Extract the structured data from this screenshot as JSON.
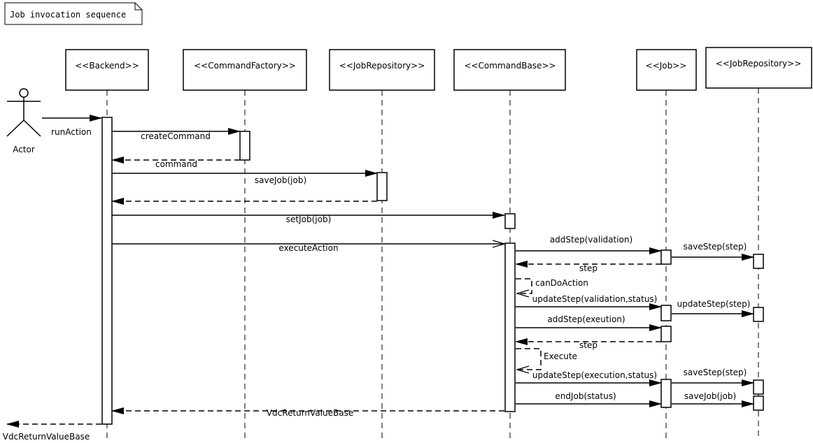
{
  "note": {
    "title": "Job invocation sequence"
  },
  "actor": {
    "label": "Actor"
  },
  "participants": [
    {
      "id": "backend",
      "label": "<<Backend>>"
    },
    {
      "id": "commandFactory",
      "label": "<<CommandFactory>>"
    },
    {
      "id": "jobRepository",
      "label": "<<JobRepository>>"
    },
    {
      "id": "commandBase",
      "label": "<<CommandBase>>"
    },
    {
      "id": "job",
      "label": "<<Job>>"
    },
    {
      "id": "jobRepository2",
      "label": "<<JobRepository>>"
    }
  ],
  "messages": [
    {
      "label": "runAction",
      "from": "actor",
      "to": "backend",
      "kind": "sync"
    },
    {
      "label": "createCommand",
      "from": "backend",
      "to": "commandFactory",
      "kind": "sync"
    },
    {
      "label": "command",
      "from": "commandFactory",
      "to": "backend",
      "kind": "return"
    },
    {
      "label": "saveJob(job)",
      "from": "backend",
      "to": "jobRepository",
      "kind": "sync"
    },
    {
      "label": "",
      "from": "jobRepository",
      "to": "backend",
      "kind": "return"
    },
    {
      "label": "setJob(job)",
      "from": "backend",
      "to": "commandBase",
      "kind": "sync"
    },
    {
      "label": "executeAction",
      "from": "backend",
      "to": "commandBase",
      "kind": "async"
    },
    {
      "label": "addStep(validation)",
      "from": "commandBase",
      "to": "job",
      "kind": "sync"
    },
    {
      "label": "saveStep(step)",
      "from": "job",
      "to": "jobRepository2",
      "kind": "sync"
    },
    {
      "label": "step",
      "from": "job",
      "to": "commandBase",
      "kind": "return"
    },
    {
      "label": "canDoAction",
      "from": "commandBase",
      "to": "commandBase",
      "kind": "self"
    },
    {
      "label": "updateStep(validation,status)",
      "from": "commandBase",
      "to": "job",
      "kind": "sync"
    },
    {
      "label": "updateStep(step)",
      "from": "job",
      "to": "jobRepository2",
      "kind": "sync"
    },
    {
      "label": "addStep(exeution)",
      "from": "commandBase",
      "to": "job",
      "kind": "sync"
    },
    {
      "label": "step",
      "from": "job",
      "to": "commandBase",
      "kind": "return"
    },
    {
      "label": "Execute",
      "from": "commandBase",
      "to": "commandBase",
      "kind": "self"
    },
    {
      "label": "updateStep(execution,status)",
      "from": "commandBase",
      "to": "job",
      "kind": "sync"
    },
    {
      "label": "saveStep(step)",
      "from": "job",
      "to": "jobRepository2",
      "kind": "sync"
    },
    {
      "label": "endJob(status)",
      "from": "commandBase",
      "to": "job",
      "kind": "sync"
    },
    {
      "label": "saveJob(job)",
      "from": "job",
      "to": "jobRepository2",
      "kind": "sync"
    },
    {
      "label": "VdcReturnValueBase",
      "from": "commandBase",
      "to": "backend",
      "kind": "return"
    },
    {
      "label": "VdcReturnValueBase",
      "from": "backend",
      "to": "actor",
      "kind": "return"
    }
  ]
}
